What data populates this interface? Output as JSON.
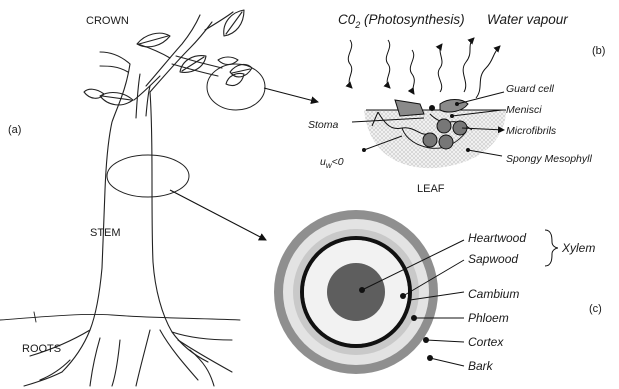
{
  "tree": {
    "crown_label": "CROWN",
    "stem_label": "STEM",
    "roots_label": "ROOTS",
    "panel_label": "(a)"
  },
  "leaf": {
    "co2_prefix": "C0",
    "co2_sub": "2",
    "co2_suffix": " (Photosynthesis)",
    "water_label": "Water vapour",
    "panel_label": "(b)",
    "guard_cell": "Guard cell",
    "menisci": "Menisci",
    "stoma": "Stoma",
    "microfibrils": "Microfibrils",
    "uw_base": "u",
    "uw_sub": "w",
    "uw_rest": "<0",
    "spongy": "Spongy Mesophyll",
    "leaf_label": "LEAF"
  },
  "stem_section": {
    "heartwood": "Heartwood",
    "sapwood": "Sapwood",
    "xylem": "Xylem",
    "cambium": "Cambium",
    "phloem": "Phloem",
    "cortex": "Cortex",
    "bark": "Bark",
    "panel_label": "(c)",
    "colors": {
      "bark": "#8f8f8f",
      "cortex": "#e3e3e3",
      "phloem": "#c9c9c9",
      "ring": "#111111",
      "sapwood": "#f2f2f2",
      "heartwood": "#5e5e5e"
    }
  }
}
